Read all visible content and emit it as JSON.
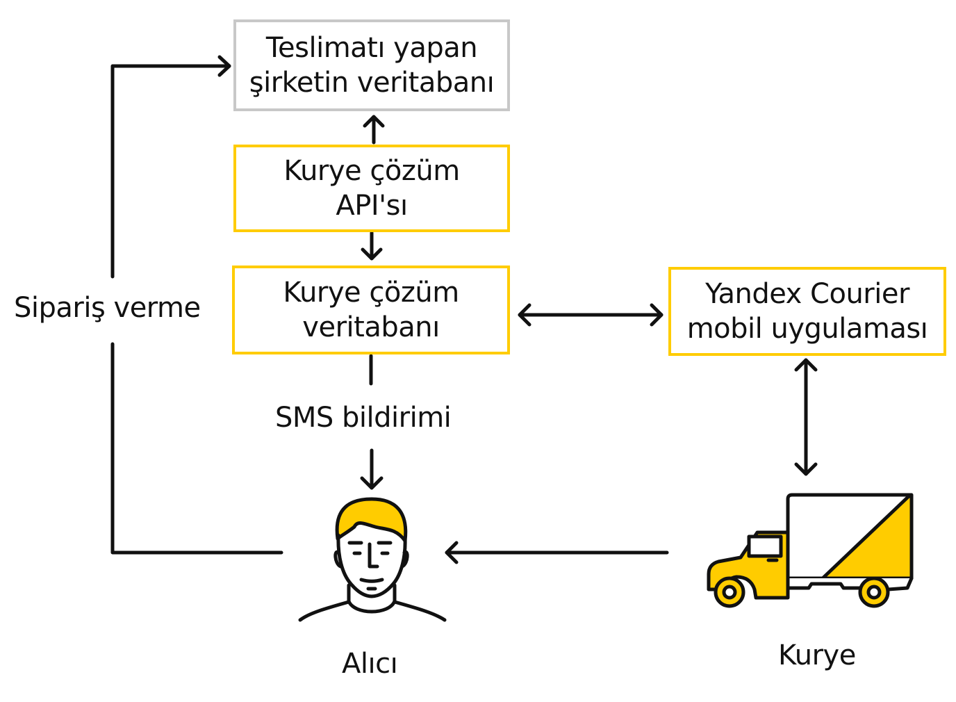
{
  "diagram": {
    "nodes": {
      "company_db": {
        "line1": "Teslimatı yapan",
        "line2": "şirketin veritabanı"
      },
      "courier_api": {
        "line1": "Kurye çözüm",
        "line2": "API'sı"
      },
      "courier_db": {
        "line1": "Kurye çözüm",
        "line2": "veritabanı"
      },
      "mobile_app": {
        "line1": "Yandex Courier",
        "line2": "mobil uygulaması"
      }
    },
    "labels": {
      "order": "Sipariş verme",
      "sms": "SMS bildirimi",
      "recipient": "Alıcı",
      "courier": "Kurye"
    },
    "icons": {
      "recipient": "person-icon",
      "courier": "delivery-truck-icon"
    },
    "colors": {
      "accent": "#ffcc00",
      "neutral_border": "#c8c8c8",
      "line": "#111111"
    }
  }
}
